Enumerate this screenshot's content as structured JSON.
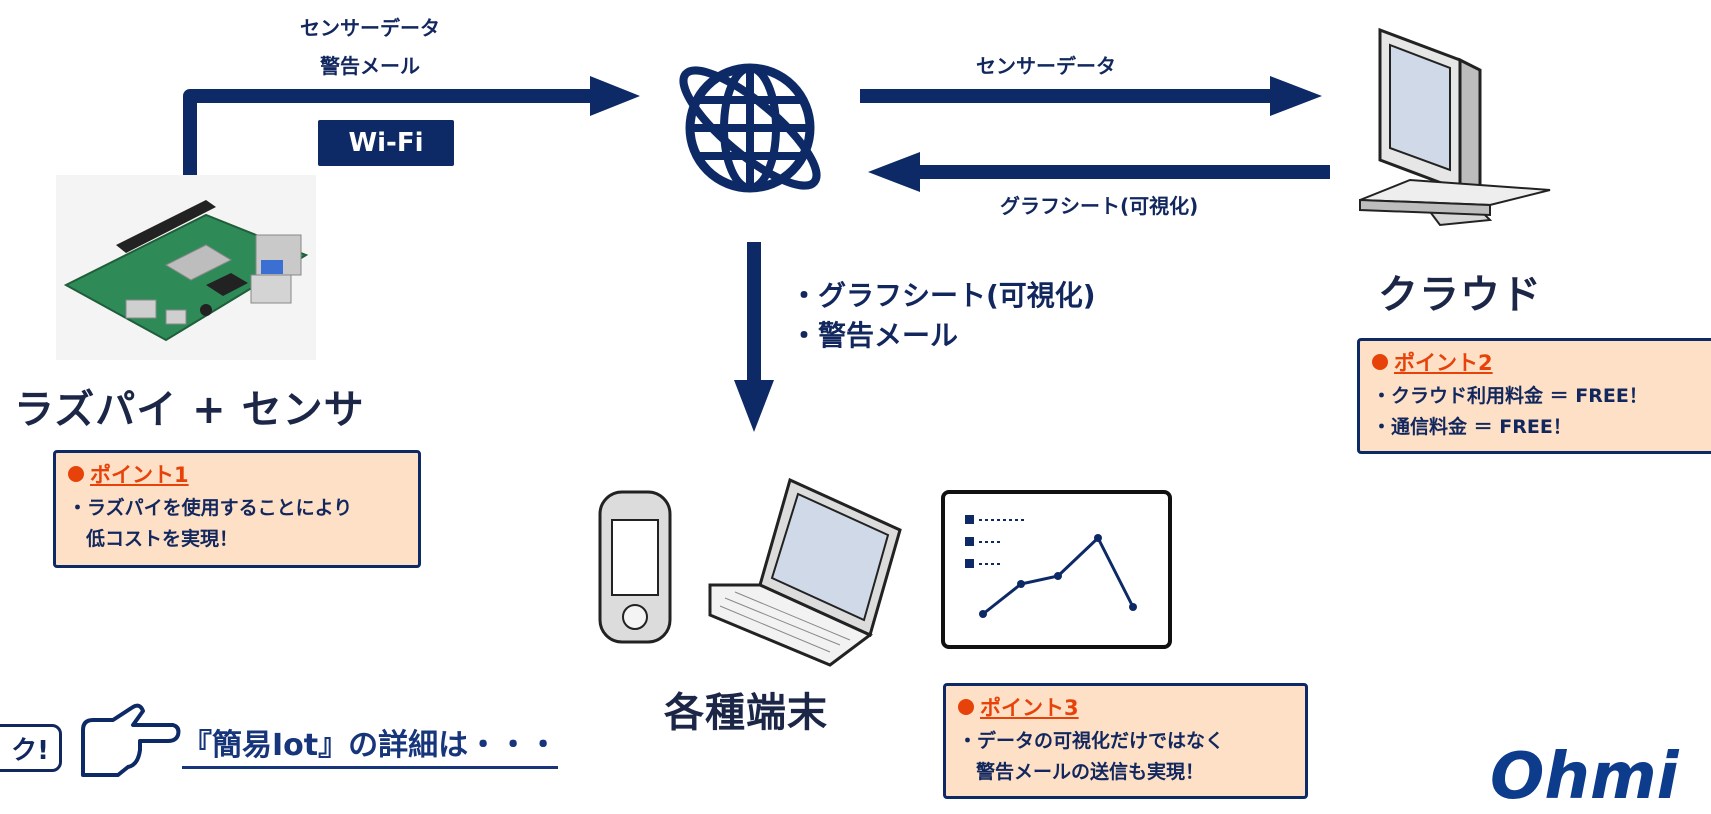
{
  "labels": {
    "arrow1_line1": "センサーデータ",
    "arrow1_line2": "警告メール",
    "wifi": "Wi-Fi",
    "arrow2": "センサーデータ",
    "arrow3": "グラフシート(可視化)",
    "down_line1": "・グラフシート(可視化)",
    "down_line2": "・警告メール"
  },
  "nodes": {
    "raspi": "ラズパイ + センサ",
    "cloud": "クラウド",
    "devices": "各種端末"
  },
  "points": [
    {
      "title": "ポイント1",
      "lines": [
        "・ラズパイを使用することにより",
        "低コストを実現！"
      ]
    },
    {
      "title": "ポイント2",
      "lines": [
        "・クラウド利用料金 ＝ FREE！",
        "・通信料金 ＝ FREE！"
      ]
    },
    {
      "title": "ポイント3",
      "lines": [
        "・データの可視化だけではなく",
        "警告メールの送信も実現！"
      ]
    }
  ],
  "footer": {
    "check_label": "ク!",
    "link_text": "『簡易Iot』の詳細は・・・",
    "logo": "Ohmi"
  },
  "colors": {
    "navy": "#0d2a66",
    "point_bg": "#fde0c5",
    "accent": "#e8420b",
    "board_green": "#2e8b57"
  }
}
